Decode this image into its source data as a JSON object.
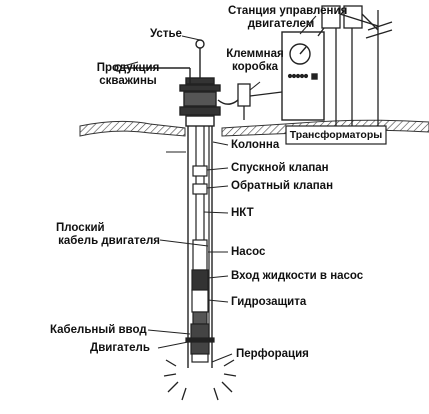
{
  "labels": {
    "ustye": "Устье",
    "product_line1": "Продукция",
    "product_line2": "скважины",
    "station_line1": "Станция управления",
    "station_line2": "двигателем",
    "terminal_line1": "Клеммная",
    "terminal_line2": "коробка",
    "transformers": "Трансформаторы",
    "kolonna": "Колонна",
    "spusknoy": "Спускной клапан",
    "obratny": "Обратный клапан",
    "nkt": "НКТ",
    "cable_line1": "Плоский",
    "cable_line2": "кабель двигателя",
    "nasos": "Насос",
    "vhod": "Вход жидкости в насос",
    "gidrozashita": "Гидрозащита",
    "kabelny_vvod": "Кабельный ввод",
    "dvigatel": "Двигатель",
    "perforatsiya": "Перфорация"
  },
  "colors": {
    "line": "#222222",
    "fill_dark": "#333333",
    "fill_light": "#ffffff",
    "ground": "#444444"
  }
}
